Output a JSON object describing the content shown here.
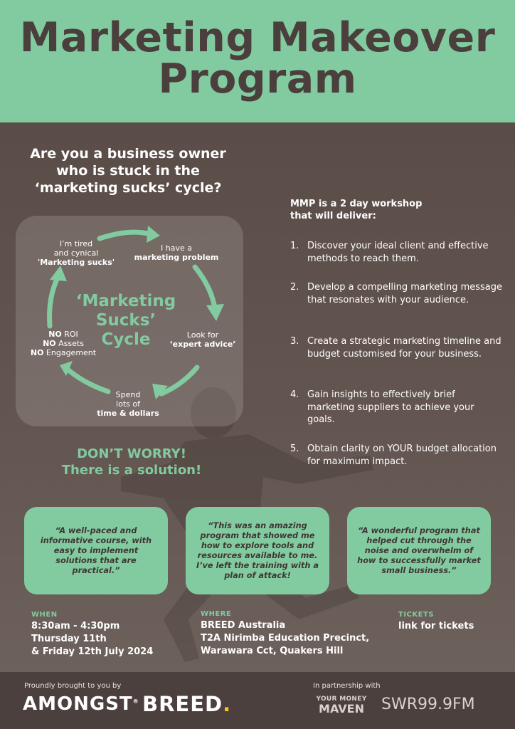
{
  "header": {
    "title_line1": "Marketing Makeover",
    "title_line2": "Program"
  },
  "question": {
    "line1": "Are you a business owner",
    "line2": "who is stuck in the",
    "line3": "‘marketing sucks’ cycle?"
  },
  "cycle": {
    "title_line1": "‘Marketing",
    "title_line2": "Sucks’",
    "title_line3": "Cycle",
    "step1_line1": "I have a",
    "step1_bold": "marketing problem",
    "step2_line1": "Look for",
    "step2_bold": "‘expert advice’",
    "step3_line1": "Spend",
    "step3_line2": "lots of",
    "step3_bold": "time & dollars",
    "step4_no1": "NO",
    "step4_rest1": " ROI",
    "step4_no2": "NO",
    "step4_rest2": " Assets",
    "step4_no3": "NO",
    "step4_rest3": " Engagement",
    "step5_line1": "I’m tired",
    "step5_line2": "and cynical",
    "step5_bold": "'Marketing sucks'"
  },
  "worry": {
    "line1": "DON’T WORRY!",
    "line2": "There is a solution!"
  },
  "workshop": {
    "intro_line1": "MMP is a 2 day workshop",
    "intro_line2": "that will deliver:",
    "items": [
      {
        "num": "1.",
        "text": "Discover your ideal client and effective methods to reach them."
      },
      {
        "num": "2.",
        "text": "Develop a compelling marketing message that resonates with your audience."
      },
      {
        "num": "3.",
        "text": "Create a strategic marketing timeline and budget customised for your business."
      },
      {
        "num": "4.",
        "text": "Gain insights to effectively brief marketing suppliers to achieve your goals."
      },
      {
        "num": "5.",
        "text": "Obtain clarity on YOUR budget allocation for maximum impact."
      }
    ]
  },
  "testimonials": [
    {
      "text": "“A well-paced and informative course, with easy to implement solutions that are practical.”"
    },
    {
      "text": "“This was an amazing program that showed me how to explore tools and resources available to me. I’ve left the training with a plan of attack!"
    },
    {
      "text": "“A wonderful program that helped cut through the noise and overwhelm of how to successfully market small business.”"
    }
  ],
  "details": {
    "when_label": "WHEN",
    "when_line1": "8:30am - 4:30pm",
    "when_line2": "Thursday 11th",
    "when_line3": "& Friday 12th July 2024",
    "where_label": "WHERE",
    "where_line1": "BREED Australia",
    "where_line2": "T2A Nirimba Education Precinct,",
    "where_line3": "Warawara Cct, Quakers Hill",
    "tickets_label": "TICKETS",
    "tickets_link": "link for tickets"
  },
  "footer": {
    "brought_by": "Proundly brought to you by",
    "partnership": "In partnership with",
    "logo_amongst": "AMONGST",
    "logo_amongst_tm": "®",
    "logo_breed": "BREED",
    "logo_breed_dot": ".",
    "logo_maven_line1": "YOUR MONEY",
    "logo_maven_line2": "MAVEN",
    "logo_swr": "SWR99.9FM"
  },
  "colors": {
    "accent_green": "#82cba0",
    "background_brown": "#5e504b",
    "title_dark": "#4a3f3c",
    "breed_dot": "#f3c622"
  }
}
